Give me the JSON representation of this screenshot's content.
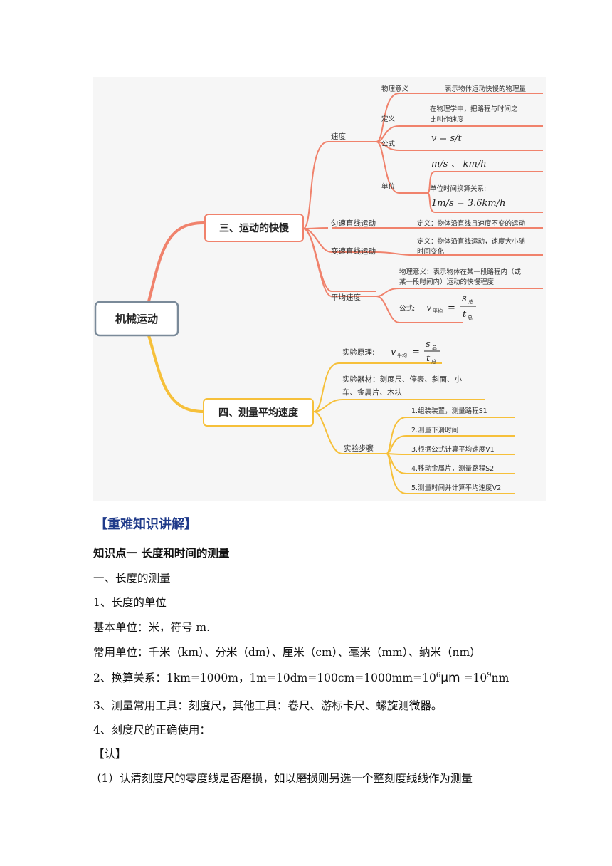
{
  "mindmap": {
    "root": "机械运动",
    "branch3": {
      "label": "三、运动的快慢",
      "speed": {
        "label": "速度",
        "physics_meaning_label": "物理意义",
        "physics_meaning_value": "表示物体运动快慢的物理量",
        "definition_label": "定义",
        "definition_line1": "在物理学中，把路程与时间之",
        "definition_line2": "比叫作速度",
        "formula_label": "公式",
        "formula": "v = s/t",
        "unit_label": "单位",
        "units": "m/s 、 km/h",
        "conversion_title": "单位时间换算关系:",
        "conversion": "1m/s = 3.6km/h"
      },
      "uniform": {
        "label": "匀速直线运动",
        "definition": "定义：物体沿直线且速度不变的运动"
      },
      "variable": {
        "label": "变速直线运动",
        "definition_line1": "定义：物体沿直线运动，速度大小随",
        "definition_line2": "时间变化"
      },
      "average": {
        "label": "平均速度",
        "meaning_line1": "物理意义：表示物体在某一段路程内（或",
        "meaning_line2": "某一段时间内）运动的快慢程度",
        "formula_label": "公式:",
        "formula_lhs": "v",
        "formula_sub": "平均",
        "formula_num": "s",
        "formula_den": "t",
        "formula_total": "总"
      }
    },
    "branch4": {
      "label": "四、测量平均速度",
      "principle_label": "实验原理:",
      "equipment_line1": "实验器材：刻度尺、停表、斜面、小",
      "equipment_line2": "车、金属片、木块",
      "steps_label": "实验步骤",
      "steps": [
        "1.组装装置，测量路程S1",
        "2.测量下滑时间",
        "3.根据公式计算平均速度V1",
        "4.移动金属片，测量路程S2",
        "5.测量时间并计算平均速度V2"
      ]
    },
    "colors": {
      "branch3": "#f0826c",
      "branch4": "#f6c03a",
      "root_border": "#7a8a99"
    }
  },
  "doc": {
    "section_heading": "【重难知识讲解】",
    "knowledge_point": "知识点一  长度和时间的测量",
    "sub1": "一、长度的测量",
    "item1": "1、长度的单位",
    "base_unit": "基本单位：米，符号 m.",
    "common_units": "常用单位：千米（km）、分米（dm）、厘米（cm）、毫米（mm）、纳米（nm）",
    "conversion_prefix": "2、换算关系：1km=1000m，1m=10dm=100cm=1000mm=10",
    "conversion_exp1": "6",
    "conversion_um": "μm",
    "conversion_mid": " =10",
    "conversion_exp2": "9",
    "conversion_suffix": "nm",
    "tools": "3、测量常用工具：刻度尺，其他工具：卷尺、游标卡尺、螺旋测微器。",
    "ruler_usage": "4、刻度尺的正确使用：",
    "recognize": "【认】",
    "point1": "（1）认清刻度尺的零度线是否磨损，如以磨损则另选一个整刻度线线作为测量"
  }
}
